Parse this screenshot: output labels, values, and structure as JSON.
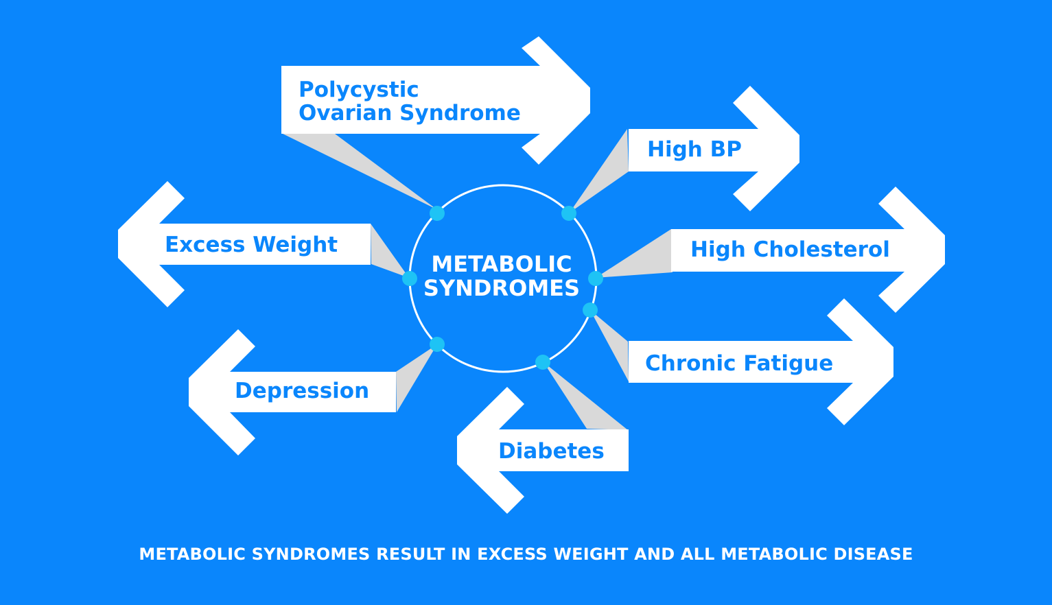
{
  "center": {
    "line1": "METABOLIC",
    "line2": "SYNDROMES"
  },
  "nodes": {
    "pcos": {
      "line1": "Polycystic",
      "line2": "Ovarian Syndrome"
    },
    "high_bp": "High BP",
    "high_cholesterol": "High Cholesterol",
    "chronic_fatigue": "Chronic Fatigue",
    "diabetes": "Diabetes",
    "depression": "Depression",
    "excess_weight": "Excess Weight"
  },
  "footer": "METABOLIC SYNDROMES RESULT IN EXCESS WEIGHT AND ALL METABOLIC DISEASE",
  "colors": {
    "background": "#0a86fc",
    "arrow": "#ffffff",
    "pointer": "#d9d9d9",
    "connector_dot": "#1ec3f5",
    "text": "#0a86fc"
  }
}
